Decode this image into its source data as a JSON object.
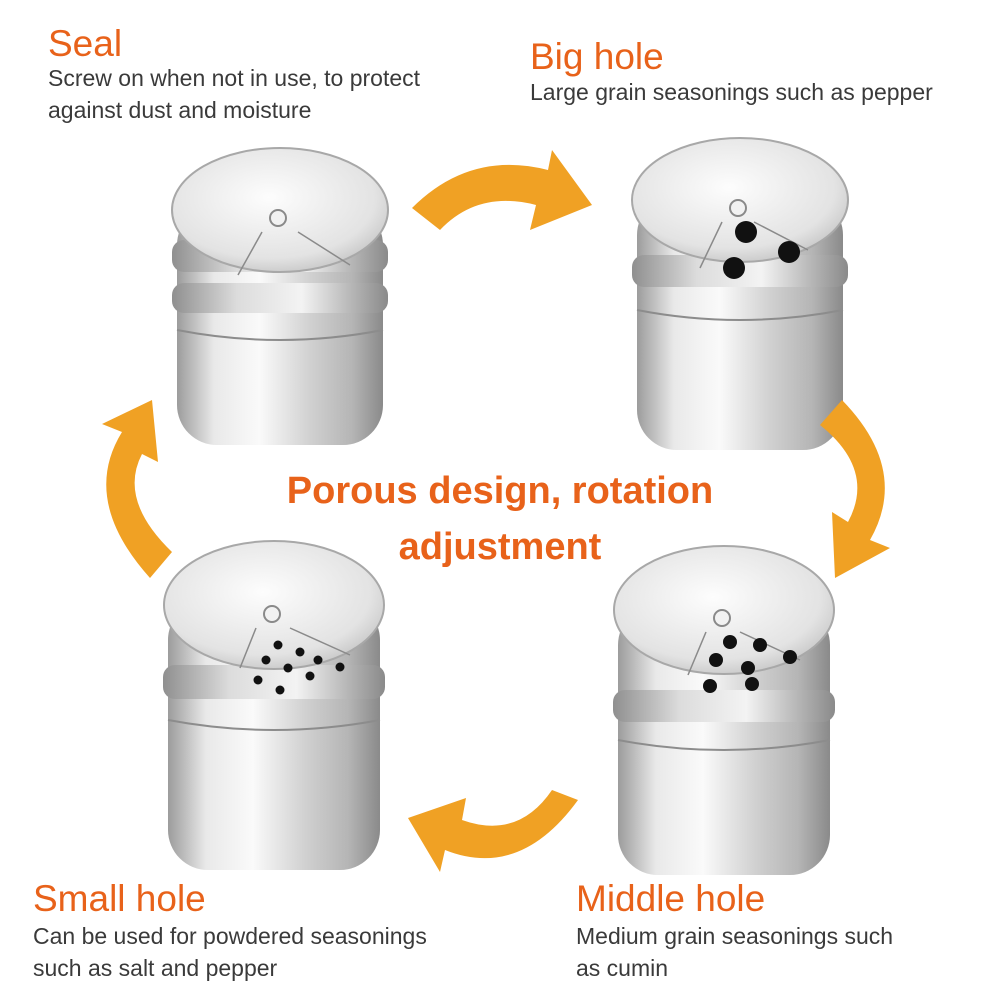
{
  "colors": {
    "heading": "#e8621a",
    "arrow": "#f0a124",
    "body_text": "#3a3a3a"
  },
  "panels": {
    "seal": {
      "title": "Seal",
      "lines": [
        "Screw on when not in use, to protect",
        "against dust and moisture"
      ]
    },
    "big_hole": {
      "title": "Big hole",
      "lines": [
        "Large grain seasonings such as pepper"
      ]
    },
    "small_hole": {
      "title": "Small hole",
      "lines": [
        "Can be used for powdered seasonings",
        "such as salt and pepper"
      ]
    },
    "middle_hole": {
      "title": "Middle hole",
      "lines": [
        "Medium grain seasonings such",
        "as cumin"
      ]
    }
  },
  "center": {
    "line1": "Porous design, rotation",
    "line2": "adjustment"
  },
  "icons": [
    "curved-arrow-icon",
    "spice-jar-icon"
  ]
}
